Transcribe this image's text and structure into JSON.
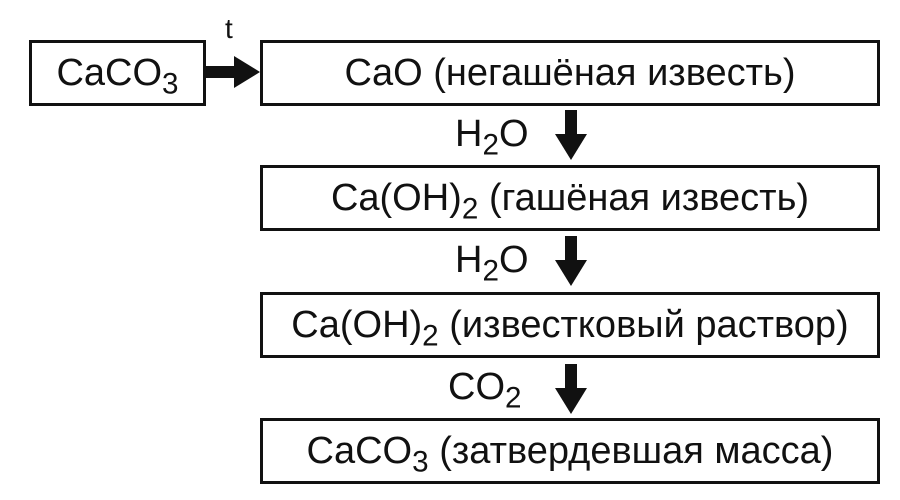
{
  "start": {
    "formula_main": "CaCO",
    "formula_sub": "3"
  },
  "heat_label": "t",
  "steps": [
    {
      "formula_main": "CaO",
      "formula_sub": "",
      "formula_tail": "",
      "name": "(негашёная известь)"
    },
    {
      "formula_main": "Ca(OH)",
      "formula_sub": "2",
      "formula_tail": "",
      "name": "(гашёная известь)"
    },
    {
      "formula_main": "Ca(OH)",
      "formula_sub": "2",
      "formula_tail": "",
      "name": "(известковый раствор)"
    },
    {
      "formula_main": "CaCO",
      "formula_sub": "3",
      "formula_tail": "",
      "name": "(затвердевшая масса)"
    }
  ],
  "reagents": [
    {
      "main": "H",
      "sub": "2",
      "tail": "O"
    },
    {
      "main": "H",
      "sub": "2",
      "tail": "O"
    },
    {
      "main": "CO",
      "sub": "2",
      "tail": ""
    }
  ],
  "colors": {
    "ink": "#111111",
    "background": "#ffffff"
  }
}
